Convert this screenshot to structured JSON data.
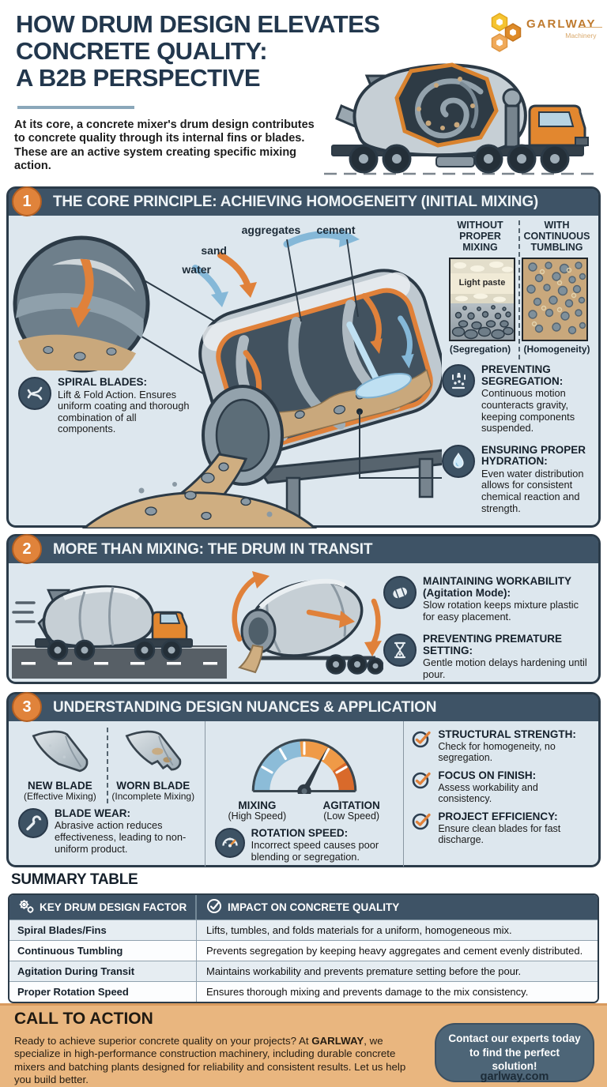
{
  "colors": {
    "accent_orange": "#E0833B",
    "slate": "#3E5366",
    "panel_bg": "#DDE7EE",
    "navy": "#22374D",
    "cta_bg": "#E9B67F",
    "button": "#4D6577",
    "blue_arrow": "#85B8D8"
  },
  "header": {
    "title_line1": "HOW DRUM DESIGN ELEVATES",
    "title_line2": "CONCRETE QUALITY:",
    "title_line3": "A B2B PERSPECTIVE",
    "intro": "At its core, a concrete mixer's drum design contributes to concrete quality through its internal fins or blades. These are an active system creating specific mixing action.",
    "logo": {
      "name": "GARLWAY",
      "subtitle": "Machinery"
    }
  },
  "section1": {
    "number": "1",
    "title": "THE CORE PRINCIPLE: ACHIEVING HOMOGENEITY (INITIAL MIXING)",
    "labels": {
      "aggregates": "aggregates",
      "cement": "cement",
      "sand": "sand",
      "water": "water"
    },
    "spiral": {
      "heading": "SPIRAL BLADES:",
      "body": "Lift & Fold Action. Ensures uniform coating and thorough combination of all components."
    },
    "comparison": {
      "left_title": "WITHOUT PROPER MIXING",
      "right_title": "WITH CONTINUOUS TUMBLING",
      "left_label": "Light paste",
      "left_caption": "(Segregation)",
      "right_caption": "(Homogeneity)"
    },
    "points": [
      {
        "heading": "PREVENTING SEGREGATION:",
        "body": "Continuous motion counteracts gravity, keeping components suspended."
      },
      {
        "heading": "ENSURING PROPER HYDRATION:",
        "body": "Even water distribution allows for consistent chemical reaction and strength."
      }
    ]
  },
  "section2": {
    "number": "2",
    "title": "MORE THAN MIXING: THE DRUM IN TRANSIT",
    "points": [
      {
        "heading": "MAINTAINING WORKABILITY (Agitation Mode):",
        "body": "Slow rotation keeps mixture plastic for easy placement."
      },
      {
        "heading": "PREVENTING PREMATURE SETTING:",
        "body": "Gentle motion delays hardening until pour."
      }
    ]
  },
  "section3": {
    "number": "3",
    "title": "UNDERSTANDING DESIGN NUANCES & APPLICATION",
    "blades": {
      "new_title": "NEW BLADE",
      "new_sub": "(Effective Mixing)",
      "worn_title": "WORN BLADE",
      "worn_sub": "(Incomplete Mixing)",
      "wear_heading": "BLADE WEAR:",
      "wear_body": "Abrasive action reduces effectiveness, leading to non-uniform product."
    },
    "gauge": {
      "left_title": "MIXING",
      "left_sub": "(High Speed)",
      "right_title": "AGITATION",
      "right_sub": "(Low Speed)",
      "heading": "ROTATION SPEED:",
      "body": "Incorrect speed causes poor blending or segregation."
    },
    "checklist": [
      {
        "heading": "STRUCTURAL STRENGTH:",
        "body": "Check for homogeneity, no segregation."
      },
      {
        "heading": "FOCUS ON FINISH:",
        "body": "Assess workability and consistency."
      },
      {
        "heading": "PROJECT EFFICIENCY:",
        "body": "Ensure clean blades for fast discharge."
      }
    ]
  },
  "summary": {
    "title": "SUMMARY TABLE",
    "col1": "KEY DRUM DESIGN FACTOR",
    "col2": "IMPACT ON CONCRETE QUALITY",
    "rows": [
      {
        "factor": "Spiral Blades/Fins",
        "impact": "Lifts, tumbles, and folds materials for a uniform, homogeneous mix."
      },
      {
        "factor": "Continuous Tumbling",
        "impact": "Prevents segregation by keeping heavy aggregates and cement evenly distributed."
      },
      {
        "factor": "Agitation During Transit",
        "impact": "Maintains workability and prevents premature setting before the pour."
      },
      {
        "factor": "Proper Rotation Speed",
        "impact": "Ensures thorough mixing and prevents damage to the mix consistency."
      }
    ]
  },
  "cta": {
    "title": "CALL TO ACTION",
    "body_pre": "Ready to achieve superior concrete quality on your projects? At ",
    "body_brand": "GARLWAY",
    "body_post": ", we specialize in high-performance construction machinery, including durable concrete mixers and batching plants designed for reliability and consistent results. Let us help you build better.",
    "button": "Contact our experts today to find the perfect solution!",
    "website": "garlway.com"
  }
}
